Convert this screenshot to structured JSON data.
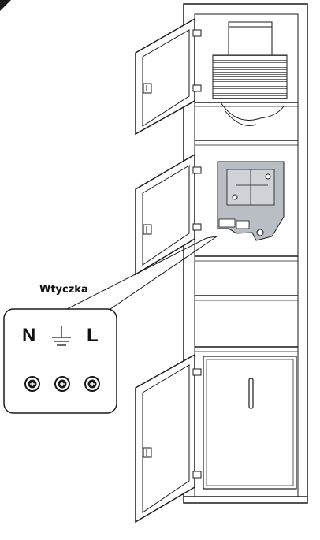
{
  "diagram": {
    "plug_label": "Wtyczka",
    "terminals": {
      "neutral": "N",
      "live": "L",
      "ground_symbol": "earth-ground-icon"
    },
    "colors": {
      "line": "#1a1a1a",
      "panel_fill": "#b9bec4",
      "background": "#ffffff"
    }
  }
}
